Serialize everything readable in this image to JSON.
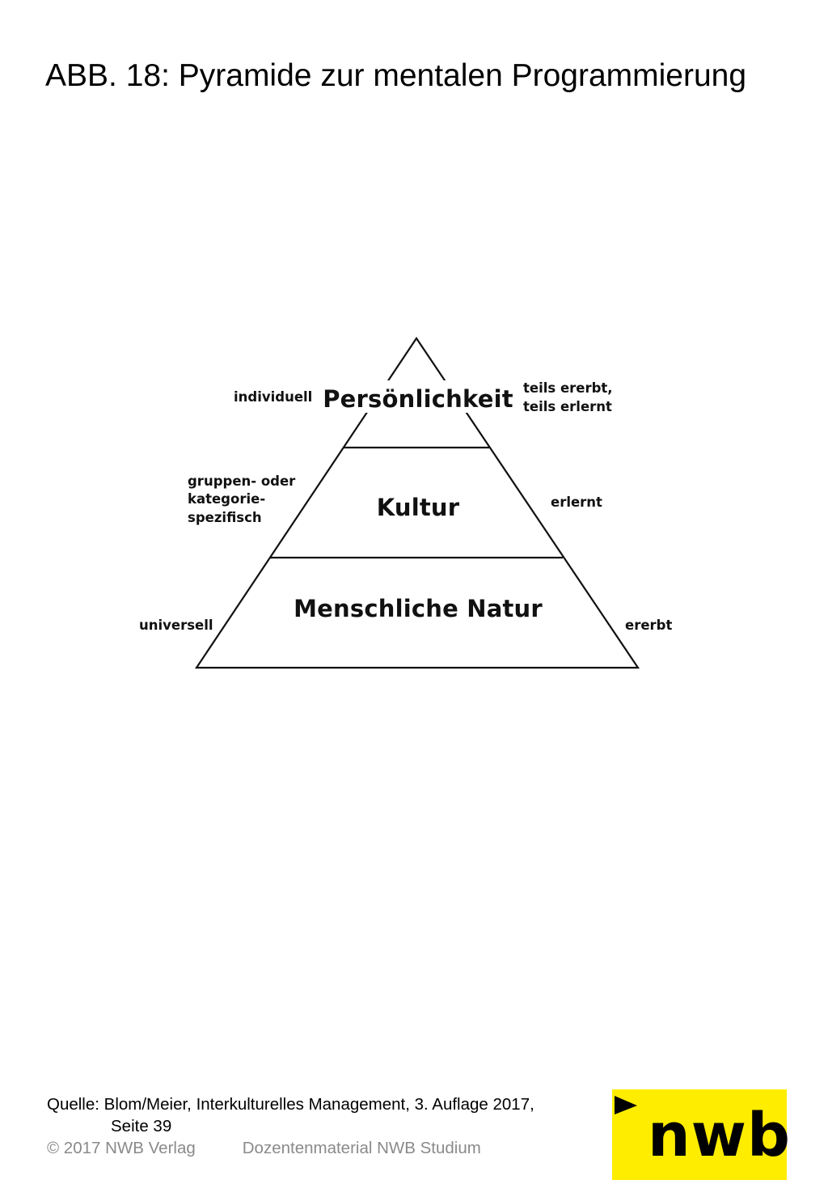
{
  "title": "ABB. 18: Pyramide zur mentalen Programmierung",
  "pyramid": {
    "levels": [
      {
        "label": "Persönlichkeit",
        "left": "individuell",
        "right": [
          "teils ererbt,",
          "teils erlernt"
        ]
      },
      {
        "label": "Kultur",
        "left": [
          "gruppen- oder",
          "kategorie-",
          "spezifisch"
        ],
        "right": "erlernt"
      },
      {
        "label": "Menschliche Natur",
        "left": "universell",
        "right": "ererbt"
      }
    ]
  },
  "source": {
    "line1": "Quelle: Blom/Meier, Interkulturelles Management, 3. Auflage 2017,",
    "line2": "Seite 39"
  },
  "footer": {
    "copyright": "© 2017 NWB Verlag",
    "material": "Dozentenmaterial NWB Studium"
  },
  "logo": {
    "text": "nwb",
    "background": "#ffed00"
  }
}
